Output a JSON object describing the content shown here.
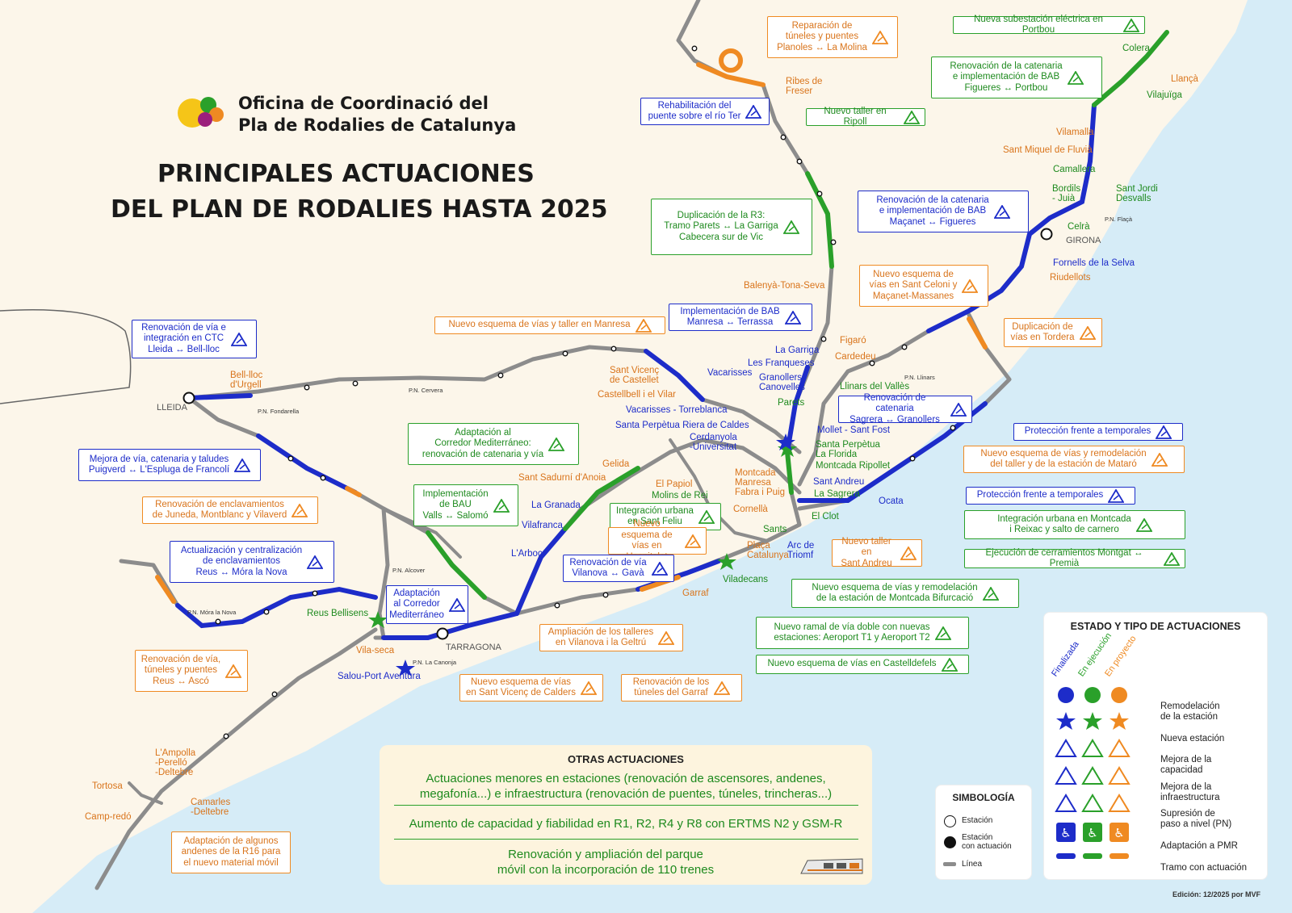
{
  "colors": {
    "finalizada": "#1d2cc9",
    "en_ejecucion": "#2aa02a",
    "en_proyecto": "#ef8a22",
    "linea": "#8c8c8c",
    "sea": "#d6ecf7"
  },
  "header": {
    "org_line1": "Oficina de Coordinació del",
    "org_line2": "Pla de Rodalies de Catalunya",
    "title_line1": "PRINCIPALES ACTUACIONES",
    "title_line2": "DEL PLAN DE RODALIES HASTA 2025"
  },
  "callouts": [
    {
      "text": "Reparación de\ntúneles y puentes\nPlanoles ↔ La Molina",
      "status": "orange",
      "icon": "infraestructura-icon"
    },
    {
      "text": "Nueva subestación eléctrica en Portbou",
      "status": "green",
      "icon": "capacidad-icon"
    },
    {
      "text": "Renovación de la catenaria\ne implementación de BAB\nFigueres ↔ Portbou",
      "status": "green",
      "icon": "infraestructura-icon"
    },
    {
      "text": "Rehabilitación del\npuente sobre el río Ter",
      "status": "blue",
      "icon": "capacidad-icon"
    },
    {
      "text": "Nuevo taller en Ripoll",
      "status": "green",
      "icon": "capacidad-icon"
    },
    {
      "text": "Duplicación de la R3:\nTramo Parets ↔ La Garriga\nCabecera sur de Vic",
      "status": "green",
      "icon": "capacidad-icon"
    },
    {
      "text": "Renovación de la catenaria\ne implementación de BAB\nMaçanet ↔ Figueres",
      "status": "blue",
      "icon": "infraestructura-icon"
    },
    {
      "text": "Nuevo esquema de\nvías en Sant Celoni y\nMaçanet-Massanes",
      "status": "orange",
      "icon": "capacidad-icon"
    },
    {
      "text": "Implementación de BAB\nManresa ↔ Terrassa",
      "status": "blue",
      "icon": "capacidad-icon"
    },
    {
      "text": "Nuevo esquema de vías y taller en Manresa",
      "status": "orange",
      "icon": "capacidad-icon"
    },
    {
      "text": "Duplicación de\nvías en Tordera",
      "status": "orange",
      "icon": "capacidad-icon"
    },
    {
      "text": "Renovación de vía e\nintegración en CTC\nLleida ↔ Bell-lloc",
      "status": "blue",
      "icon": "infraestructura-icon"
    },
    {
      "text": "Renovación de catenaria\nSagrera ↔ Granollers",
      "status": "blue",
      "icon": "infraestructura-icon"
    },
    {
      "text": "Protección frente a temporales",
      "status": "blue",
      "icon": "infraestructura-icon"
    },
    {
      "text": "Adaptación al\nCorredor Mediterráneo:\nrenovación de catenaria y vía",
      "status": "green",
      "icon": "capacidad-icon"
    },
    {
      "text": "Mejora de vía, catenaria y taludes\nPuigverd ↔ L'Espluga de Francolí",
      "status": "blue",
      "icon": "infraestructura-icon"
    },
    {
      "text": "Nuevo esquema de vías y remodelación\ndel taller y de la estación de Mataró",
      "status": "orange",
      "icon": "capacidad-icon"
    },
    {
      "text": "Protección frente a temporales",
      "status": "blue",
      "icon": "infraestructura-icon"
    },
    {
      "text": "Renovación de enclavamientos\nde Juneda, Montblanc y Vilaverd",
      "status": "orange",
      "icon": "capacidad-icon"
    },
    {
      "text": "Implementación\nde BAU\nValls ↔ Salomó",
      "status": "green",
      "icon": "capacidad-icon"
    },
    {
      "text": "Integración urbana\nen Sant Feliu",
      "status": "green",
      "icon": "capacidad-icon"
    },
    {
      "text": "Integración urbana en Montcada\ni Reixac y salto de carnero",
      "status": "green",
      "icon": "capacidad-icon"
    },
    {
      "text": "Nuevo esquema de\nvías en Hospitalet",
      "status": "orange",
      "icon": "capacidad-icon"
    },
    {
      "text": "Actualización y centralización\nde enclavamientos\nReus ↔ Móra la Nova",
      "status": "blue",
      "icon": "capacidad-icon"
    },
    {
      "text": "Nuevo taller en\nSant Andreu",
      "status": "orange",
      "icon": "capacidad-icon"
    },
    {
      "text": "Ejecución de cerramientos Montgat ↔ Premià",
      "status": "green",
      "icon": "capacidad-icon"
    },
    {
      "text": "Renovación de vía\nVilanova ↔ Gavà",
      "status": "blue",
      "icon": "infraestructura-icon"
    },
    {
      "text": "Nuevo esquema de vías y remodelación\nde la estación de Montcada Bifurcació",
      "status": "green",
      "icon": "capacidad-icon"
    },
    {
      "text": "Adaptación\nal Corredor\nMediterráneo",
      "status": "blue",
      "icon": "capacidad-icon"
    },
    {
      "text": "Ampliación de los talleres\nen Vilanova i la Geltrú",
      "status": "orange",
      "icon": "capacidad-icon"
    },
    {
      "text": "Nuevo ramal de vía doble con nuevas\nestaciones: Aeroport T1 y Aeroport T2",
      "status": "green",
      "icon": "capacidad-icon"
    },
    {
      "text": "Renovación de vía,\ntúneles y puentes\nReus ↔ Ascó",
      "status": "orange",
      "icon": "infraestructura-icon"
    },
    {
      "text": "Nuevo esquema de vías en Castelldefels",
      "status": "green",
      "icon": "capacidad-icon"
    },
    {
      "text": "Nuevo esquema de vías\nen Sant Vicenç de Calders",
      "status": "orange",
      "icon": "capacidad-icon"
    },
    {
      "text": "Renovación de los\ntúneles del Garraf",
      "status": "orange",
      "icon": "infraestructura-icon"
    },
    {
      "text": "Adaptación de algunos\nandenes de la R16 para\nel nuevo material móvil",
      "status": "orange",
      "icon": ""
    }
  ],
  "stations": [
    {
      "name": "Ribes de\nFreser",
      "status": "orange"
    },
    {
      "name": "Colera",
      "status": "green"
    },
    {
      "name": "Llançà",
      "status": "orange"
    },
    {
      "name": "Vilajuïga",
      "status": "green"
    },
    {
      "name": "Vilamalla",
      "status": "orange"
    },
    {
      "name": "Sant Miquel de Fluvià",
      "status": "orange"
    },
    {
      "name": "Camallera",
      "status": "green"
    },
    {
      "name": "Bordils\n- Juià",
      "status": "green"
    },
    {
      "name": "Sant Jordi\nDesvalls",
      "status": "green"
    },
    {
      "name": "Celrà",
      "status": "green"
    },
    {
      "name": "GIRONA",
      "status": "gray"
    },
    {
      "name": "Fornells de la Selva",
      "status": "blue"
    },
    {
      "name": "Riudellots",
      "status": "orange"
    },
    {
      "name": "Balenyà-Tona-Seva",
      "status": "orange"
    },
    {
      "name": "Figaró",
      "status": "orange"
    },
    {
      "name": "Cardedeu",
      "status": "orange"
    },
    {
      "name": "La Garriga",
      "status": "blue"
    },
    {
      "name": "Les Franqueses",
      "status": "blue"
    },
    {
      "name": "Granollers-\nCanovelles",
      "status": "blue"
    },
    {
      "name": "Llinars del Vallès",
      "status": "green"
    },
    {
      "name": "Parets",
      "status": "green"
    },
    {
      "name": "Sant Vicenç\nde Castellet",
      "status": "orange"
    },
    {
      "name": "Vacarisses",
      "status": "blue"
    },
    {
      "name": "Castellbell i el Vilar",
      "status": "orange"
    },
    {
      "name": "Vacarisses - Torreblanca",
      "status": "blue"
    },
    {
      "name": "Santa Perpètua Riera de Caldes",
      "status": "blue"
    },
    {
      "name": "Cerdanyola\n-Universitat",
      "status": "blue"
    },
    {
      "name": "Mollet - Sant Fost",
      "status": "blue"
    },
    {
      "name": "Santa Perpètua\nLa Florida",
      "status": "green"
    },
    {
      "name": "Montcada Ripollet",
      "status": "green"
    },
    {
      "name": "Sant Andreu",
      "status": "blue"
    },
    {
      "name": "La Sagrera",
      "status": "green"
    },
    {
      "name": "El Clot",
      "status": "green"
    },
    {
      "name": "Ocata",
      "status": "blue"
    },
    {
      "name": "Gelida",
      "status": "orange"
    },
    {
      "name": "Sant Sadurní d'Anoia",
      "status": "orange"
    },
    {
      "name": "El Papiol",
      "status": "orange"
    },
    {
      "name": "Molins de Rei",
      "status": "green"
    },
    {
      "name": "Montcada\nManresa",
      "status": "orange"
    },
    {
      "name": "Fabra i Puig",
      "status": "orange"
    },
    {
      "name": "Cornellà",
      "status": "orange"
    },
    {
      "name": "Sants",
      "status": "green"
    },
    {
      "name": "Plaça\nCatalunya",
      "status": "orange"
    },
    {
      "name": "Arc de\nTriomf",
      "status": "blue"
    },
    {
      "name": "La Granada",
      "status": "blue"
    },
    {
      "name": "Vilafranca",
      "status": "blue"
    },
    {
      "name": "L'Arboç",
      "status": "blue"
    },
    {
      "name": "Viladecans",
      "status": "green"
    },
    {
      "name": "Garraf",
      "status": "orange"
    },
    {
      "name": "Bell-lloc\nd'Urgell",
      "status": "orange"
    },
    {
      "name": "LLEIDA",
      "status": "gray"
    },
    {
      "name": "Reus Bellisens",
      "status": "green"
    },
    {
      "name": "Vila-seca",
      "status": "orange"
    },
    {
      "name": "TARRAGONA",
      "status": "gray"
    },
    {
      "name": "Salou-Port Aventura",
      "status": "blue"
    },
    {
      "name": "L'Ampolla\n-Perelló\n-Deltebre",
      "status": "orange"
    },
    {
      "name": "Tortosa",
      "status": "orange"
    },
    {
      "name": "Camarles\n-Deltebre",
      "status": "orange"
    },
    {
      "name": "Camp-redó",
      "status": "orange"
    }
  ],
  "pn_labels": [
    "P.N. Fondarella",
    "P.N. Cervera",
    "P.N. Alcover",
    "P.N. Móra la Nova",
    "P.N. La Canonja",
    "P.N. Llinars",
    "P.N. Flaçà"
  ],
  "otras": {
    "title": "OTRAS ACTUACIONES",
    "item1": "Actuaciones menores en estaciones (renovación de ascensores, andenes,\nmegafonía...) e infraestructura (renovación de puentes, túneles, trincheras...)",
    "item2": "Aumento de capacidad y fiabilidad en R1, R2, R4 y R8 con ERTMS N2 y GSM-R",
    "item3": "Renovación y ampliación del parque\nmóvil con la incorporación de 110 trenes"
  },
  "simbologia": {
    "title": "SIMBOLOGÍA",
    "estacion": "Estación",
    "estacion_actuacion": "Estación\ncon actuación",
    "linea": "Línea"
  },
  "legend": {
    "title": "ESTADO Y TIPO DE ACTUACIONES",
    "col_finalizada": "Finalizada",
    "col_ejecucion": "En ejecución",
    "col_proyecto": "En proyecto",
    "rows": [
      "Remodelación\nde la estación",
      "Nueva estación",
      "Mejora de la\ncapacidad",
      "Mejora de la\ninfraestructura",
      "Supresión de\npaso a nivel (PN)",
      "Adaptación a PMR",
      "Tramo con actuación"
    ]
  },
  "edition": "Edición: 12/2025 por MVF"
}
